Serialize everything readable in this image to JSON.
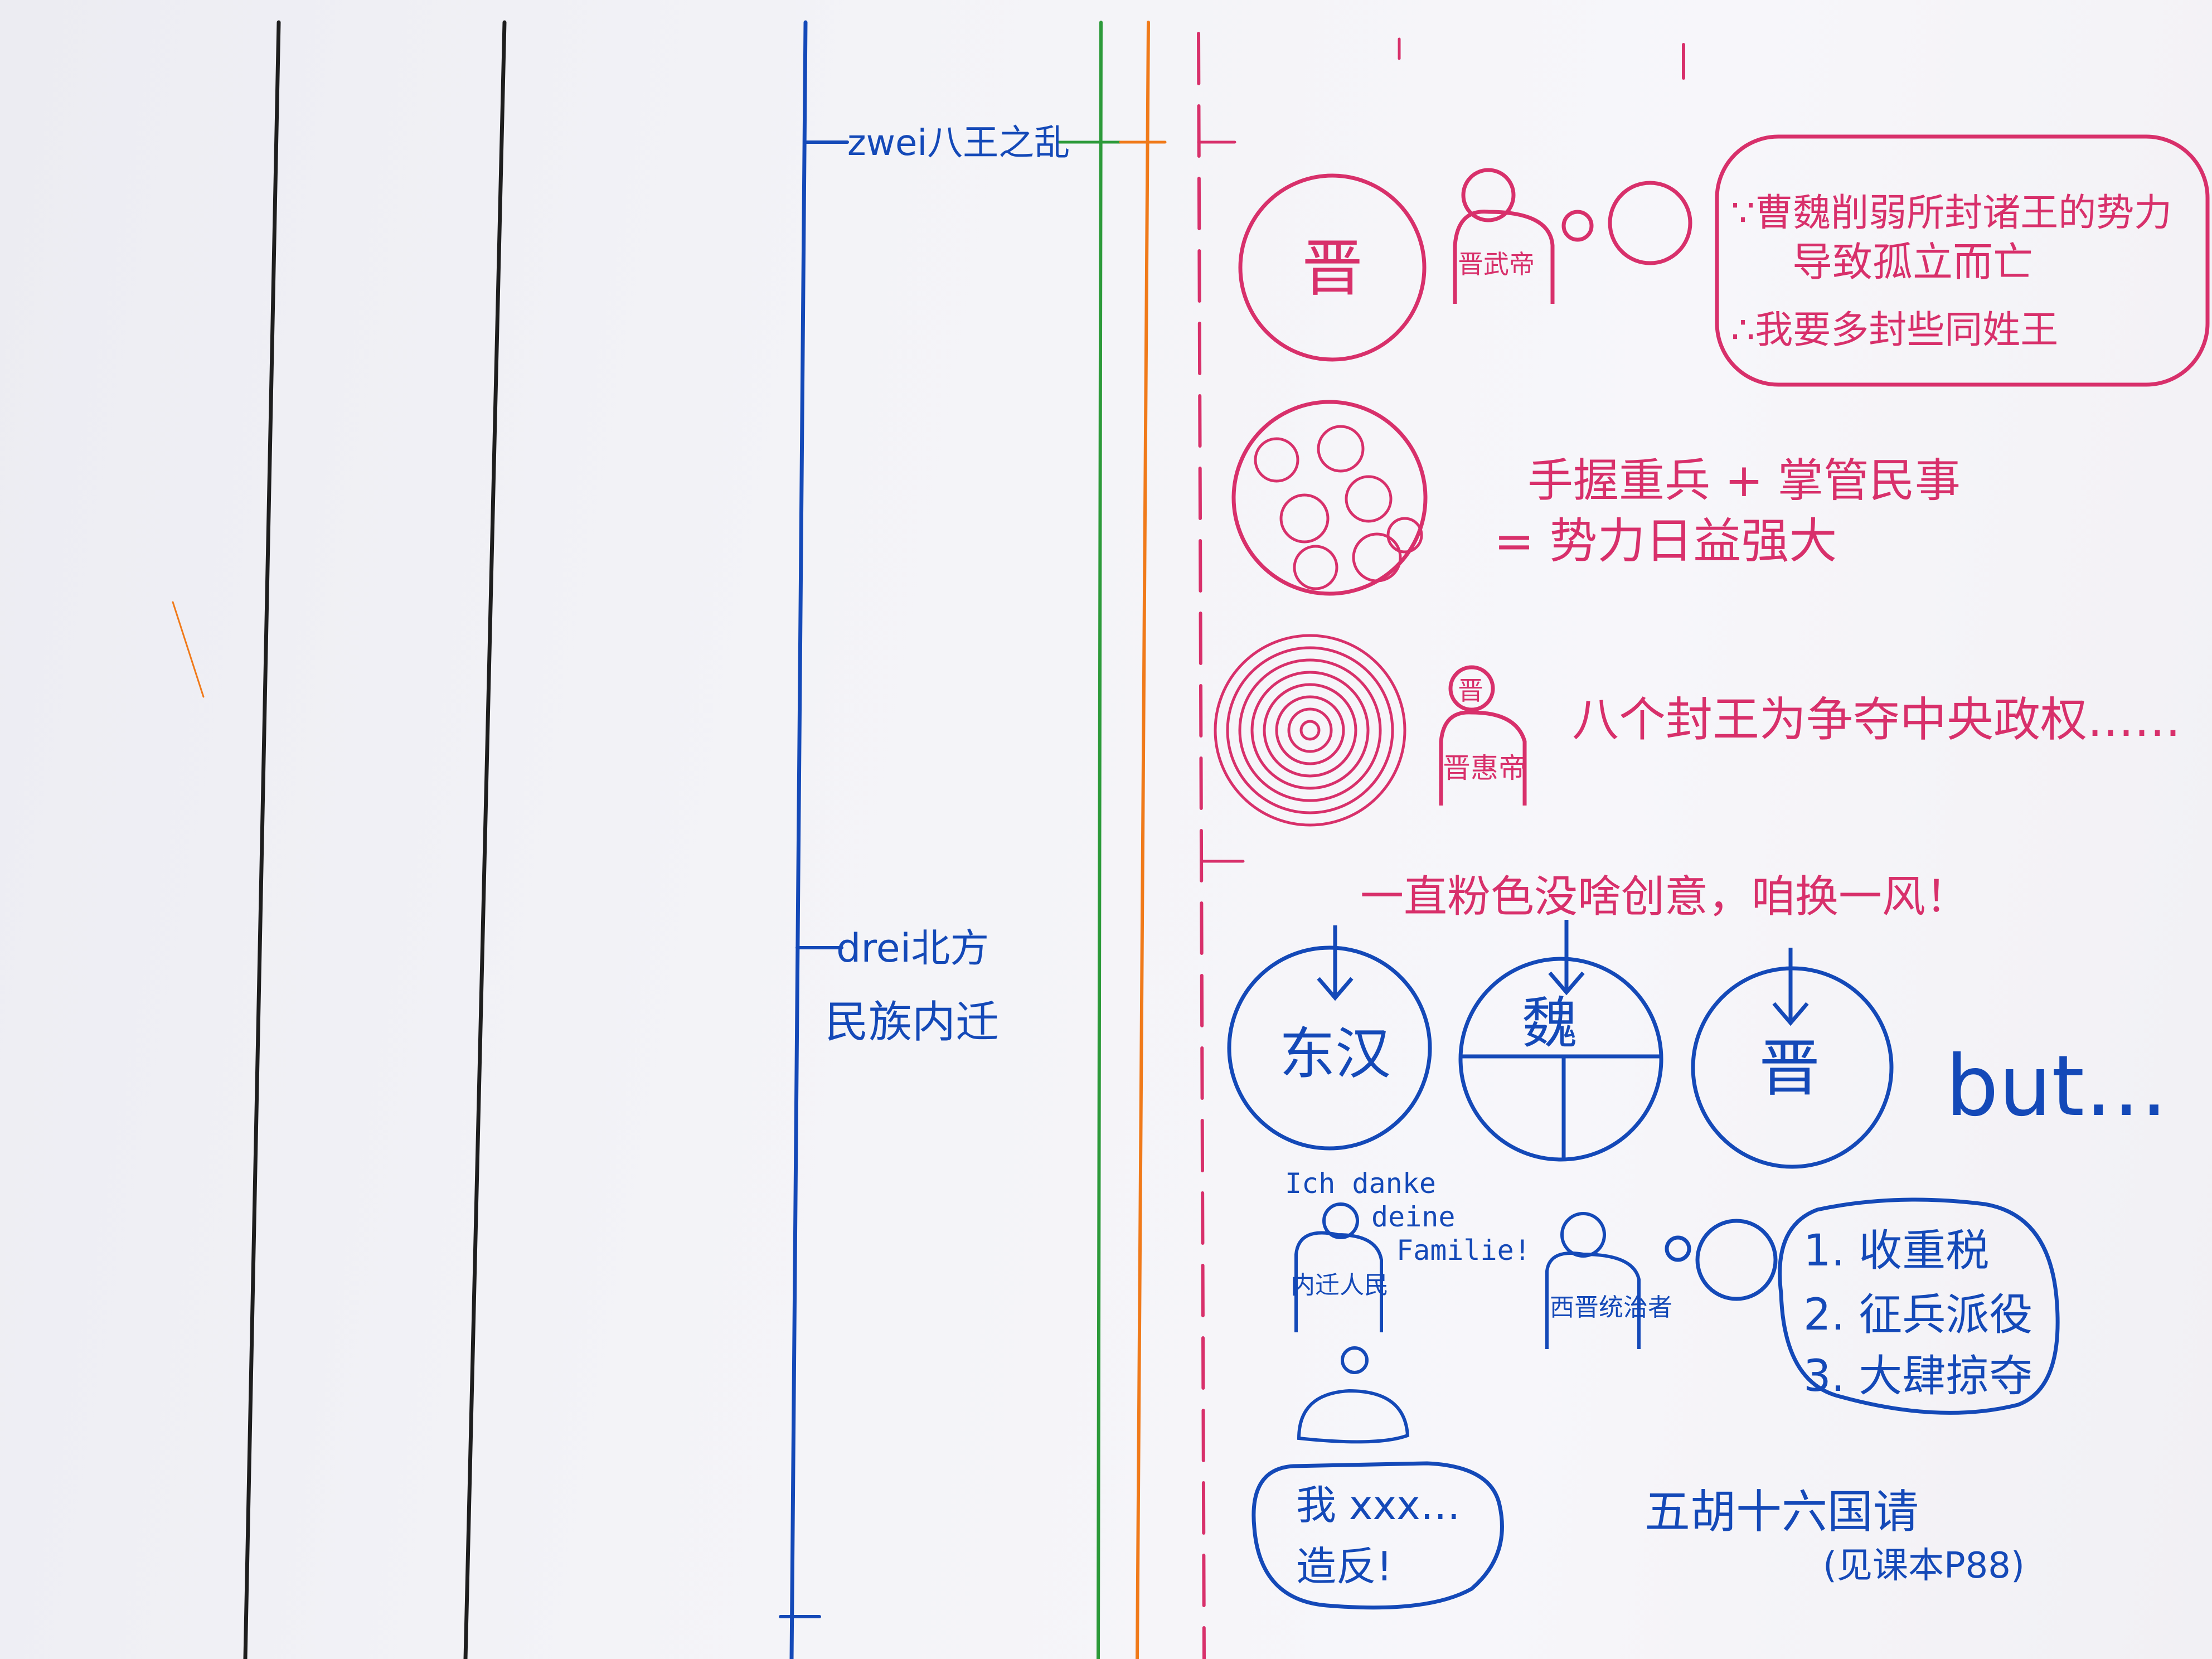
{
  "colors": {
    "paper": "#f3f3f7",
    "black_ink": "#1e1e1e",
    "blue_ink": "#1449b8",
    "green_ink": "#2c9a3a",
    "orange_ink": "#f07a1a",
    "pink_ink": "#d8306b"
  },
  "timeline": {
    "label_zwei": "zwei八王之乱",
    "label_drei_line1": "drei北方",
    "label_drei_line2": "民族内迁"
  },
  "pink_section": {
    "jin_circle_char": "晋",
    "jin_wudi_label": "晋武帝",
    "thought_line1": "∵曹魏削弱所封诸王的势力",
    "thought_line2": "导致孤立而亡",
    "thought_line3": "∴我要多封些同姓王",
    "power_line1": "手握重兵 + 掌管民事",
    "power_line2": "= 势力日益强大",
    "huidi_hat": "晋",
    "huidi_label": "晋惠帝",
    "eight_kings_text": "八个封王为争夺中央政权……"
  },
  "blue_section": {
    "switch_style_text": "一直粉色没啥创意，咱换一风！",
    "circle_dongHan": "东汉",
    "circle_wei": "魏",
    "circle_jin": "晋",
    "but_text": "but…",
    "german_line1": "Ich danke",
    "german_line2": "deine",
    "german_line3": "Familie!",
    "neiqian_label": "内迁人民",
    "xijin_label": "西晋统治者",
    "list_item1": "1. 收重税",
    "list_item2": "2. 征兵派役",
    "list_item3": "3. 大肆掠夺",
    "revolt_line1": "我 xxx…",
    "revolt_line2": "造反!",
    "wuhu_text": "五胡十六国请",
    "textbook_ref": "(见课本P88)"
  }
}
